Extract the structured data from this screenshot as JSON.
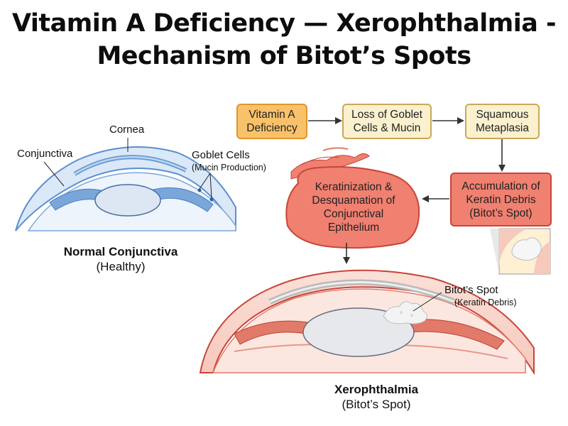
{
  "title": {
    "line1": "Vitamin A Deficiency — Xerophthalmia -",
    "line2": "Mechanism of Bitot’s Spots"
  },
  "flow": {
    "step1": {
      "line1": "Vitamin A",
      "line2": "Deficiency"
    },
    "step2": {
      "line1": "Loss of Goblet",
      "line2": "Cells & Mucin"
    },
    "step3": {
      "line1": "Squamous",
      "line2": "Metaplasia"
    },
    "step4": {
      "line1": "Accumulation of",
      "line2": "Keratin Debris",
      "line3": "(Bitot’s Spot)"
    },
    "step5": {
      "line1": "Keratinization &",
      "line2": "Desquamation of",
      "line3": "Conjunctival",
      "line4": "Epithelium"
    }
  },
  "normal_eye": {
    "cornea_label": "Cornea",
    "conjunctiva_label": "Conjunctiva",
    "goblet_label": "Goblet Cells",
    "goblet_sublabel": "(Mucin Production)",
    "caption_main": "Normal Conjunctiva",
    "caption_sub": "(Healthy)"
  },
  "xero_eye": {
    "spot_label": "Bitot’s Spot",
    "spot_sublabel": "(Keratin Debris)",
    "caption_main": "Xerophthalmia",
    "caption_sub": "(Bitot’s Spot)"
  },
  "colors": {
    "orange_fill": "#f9c26a",
    "orange_border": "#e0962c",
    "cream_fill": "#fbf1cf",
    "cream_border": "#c9a85a",
    "red_fill": "#f08070",
    "red_border": "#c9453a",
    "normal_blue": "#5b8fd0",
    "tissue_red": "#e27a6a"
  }
}
